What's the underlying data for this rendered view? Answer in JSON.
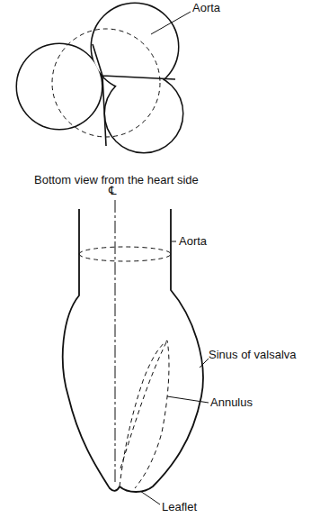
{
  "diagram": {
    "labels": [
      "Aorta",
      "Bottom view from the heart side",
      "℄",
      "Aorta",
      "Sinus of valsalva",
      "Annulus",
      "Leaflet"
    ]
  }
}
